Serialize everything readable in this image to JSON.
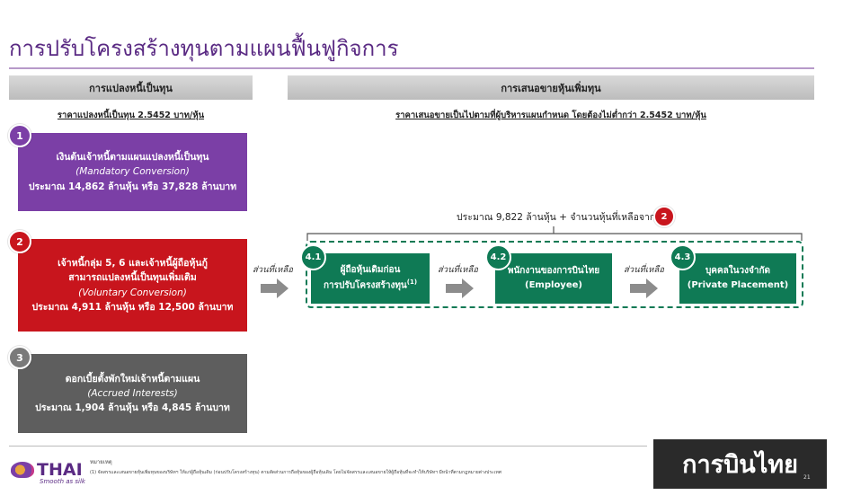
{
  "title": "การปรับโครงสร้างทุนตามแผนฟื้นฟูกิจการ",
  "left_header": "การแปลงหนี้เป็นทุน",
  "right_header": "การเสนอขายหุ้นเพิ่มทุน",
  "left_sub": "ราคาแปลงหนี้เป็นทุน 2.5452 บาท/หุ้น",
  "right_sub": "ราคาเสนอขายเป็นไปตามที่ผู้บริหารแผนกำหนด โดยต้องไม่ต่ำกว่า 2.5452 บาท/หุ้น",
  "cards": [
    {
      "num": "1",
      "line1": "เงินต้นเจ้าหนี้ตามแผนแปลงหนี้เป็นทุน",
      "line2": "",
      "en": "(Mandatory Conversion)",
      "amount": "ประมาณ 14,862 ล้านหุ้น หรือ 37,828 ล้านบาท",
      "color": "#7b3fa6"
    },
    {
      "num": "2",
      "line1": "เจ้าหนี้กลุ่ม 5, 6 และเจ้าหนี้ผู้ถือหุ้นกู้",
      "line2": "สามารถแปลงหนี้เป็นทุนเพิ่มเติม",
      "en": "(Voluntary Conversion)",
      "amount": "ประมาณ 4,911 ล้านหุ้น หรือ 12,500 ล้านบาท",
      "color": "#c8151d"
    },
    {
      "num": "3",
      "line1": "ดอกเบี้ยตั้งพักใหม่เจ้าหนี้ตามแผน",
      "line2": "",
      "en": "(Accrued Interests)",
      "amount": "ประมาณ 1,904 ล้านหุ้น หรือ 4,845 ล้านบาท",
      "color": "#5e5e5e"
    }
  ],
  "bracket_text": "ประมาณ 9,822 ล้านหุ้น + จำนวนหุ้นที่เหลือจาก",
  "bracket_badge": "2",
  "remaining_label": "ส่วนที่เหลือ",
  "steps": [
    {
      "num": "4.1",
      "line1": "ผู้ถือหุ้นเดิมก่อน",
      "line2": "การปรับโครงสร้างทุน",
      "sup": "(1)"
    },
    {
      "num": "4.2",
      "line1": "พนักงานของการบินไทย",
      "line2": "(Employee)",
      "sup": ""
    },
    {
      "num": "4.3",
      "line1": "บุคคลในวงจำกัด",
      "line2": "(Private Placement)",
      "sup": ""
    }
  ],
  "footer": {
    "note_label": "หมายเหตุ",
    "note": "(1) จัดสรรและเสนอขายหุ้นเพิ่มทุนของบริษัทฯ ให้แก่ผู้ถือหุ้นเดิม (ก่อนปรับโครงสร้างทุน) ตามสัดส่วนการถือหุ้นของผู้ถือหุ้นเดิม โดยไม่จัดสรรและเสนอขายให้ผู้ถือหุ้นที่จะทำให้บริษัทฯ มีหน้าที่ตามกฎหมายต่างประเทศ",
    "logo_text": "THAI",
    "logo_tagline": "Smooth as silk",
    "page_num": "21"
  },
  "watermark": "การบินไทย",
  "colors": {
    "purple": "#7b3fa6",
    "red": "#c8151d",
    "gray": "#5e5e5e",
    "green": "#0f7a55",
    "title": "#5a2a83"
  }
}
